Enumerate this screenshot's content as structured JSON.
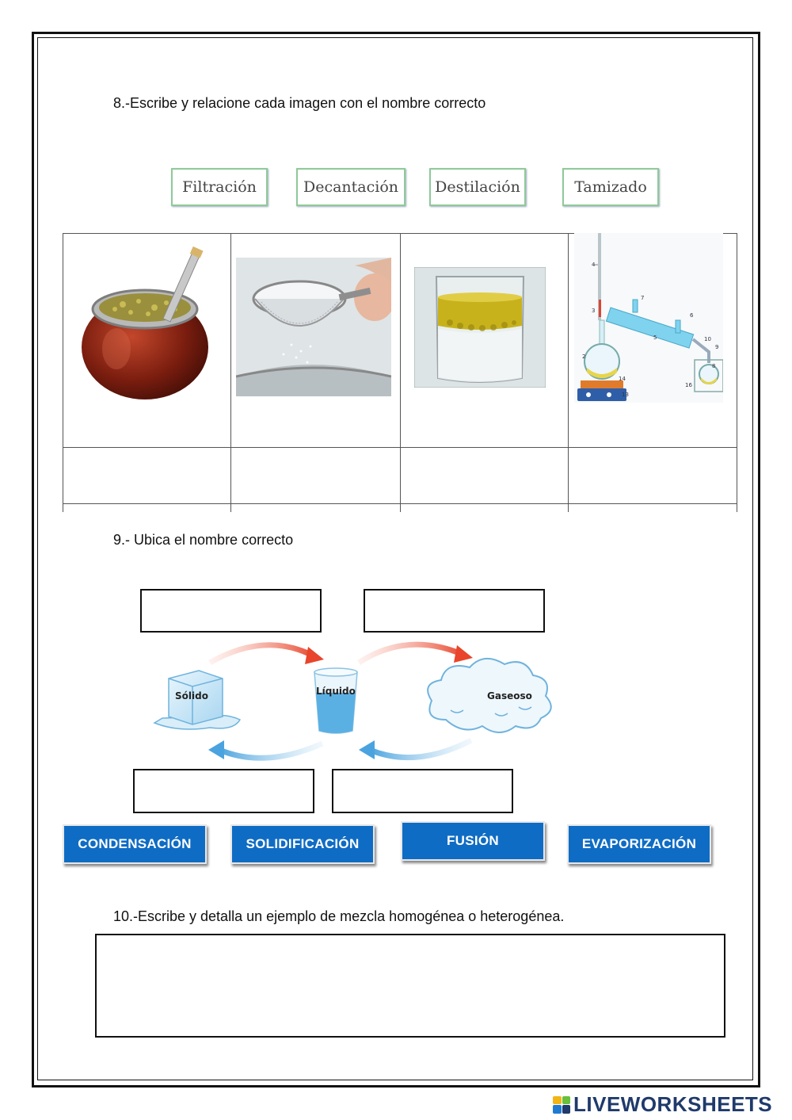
{
  "q8": {
    "question": "8.-Escribe y relacione cada imagen con el nombre correcto",
    "options": [
      "Filtración",
      "Decantación",
      "Destilación",
      "Tamizado"
    ],
    "images": [
      "mate-cup-image",
      "sieve-sifting-image",
      "glass-oil-water-image",
      "distillation-apparatus-image"
    ]
  },
  "q9": {
    "question": "9.- Ubica el nombre correcto",
    "states": {
      "solid": "Sólido",
      "liquid": "Líquido",
      "gas": "Gaseoso"
    },
    "options": [
      "CONDENSACIÓN",
      "SOLIDIFICACIÓN",
      "FUSIÓN",
      "EVAPORIZACIÓN"
    ],
    "colors": {
      "button_blue": "#0f6cc4",
      "arrow_red": "#e8452c",
      "arrow_blue": "#4aa3df"
    }
  },
  "q10": {
    "question": "10.-Escribe y detalla un ejemplo de mezcla homogénea o heterogénea."
  },
  "branding": {
    "logo_text": "LIVEWORKSHEETS"
  }
}
